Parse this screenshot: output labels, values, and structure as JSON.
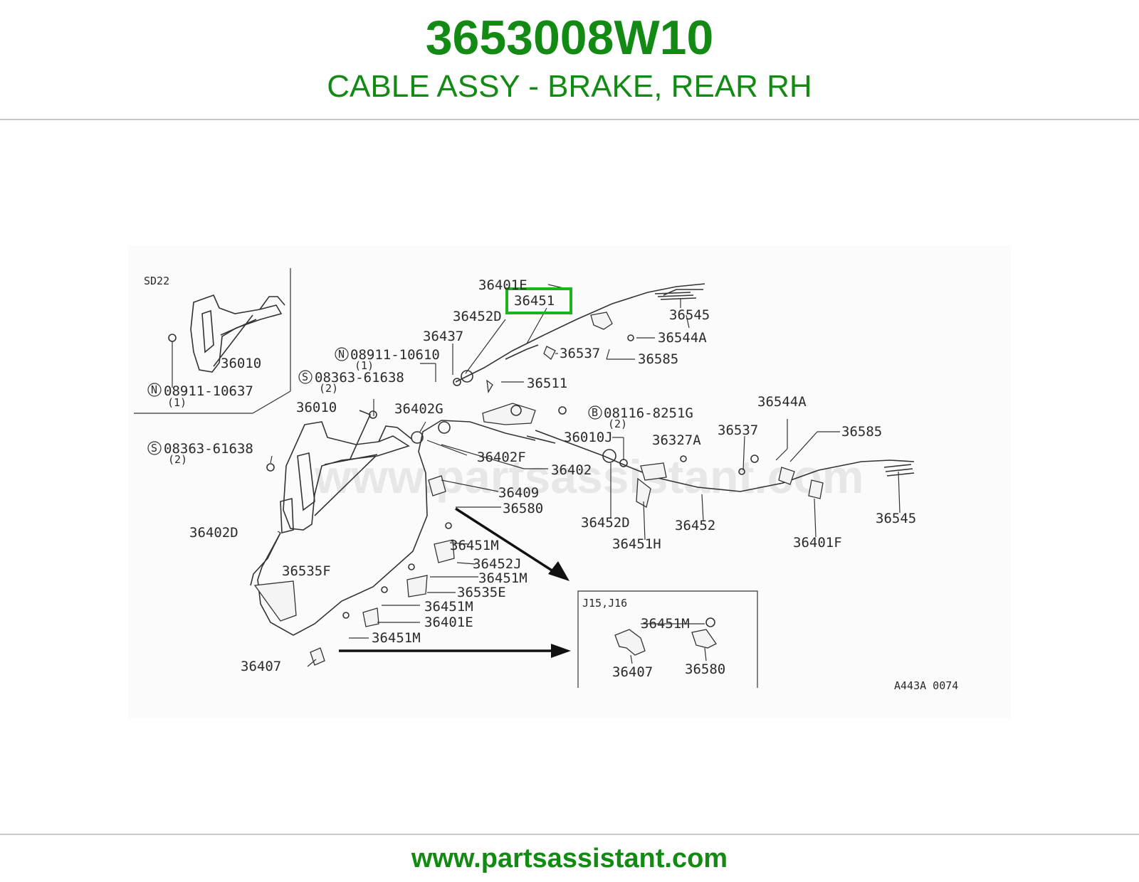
{
  "header": {
    "part_number": "3653008W10",
    "part_title": "CABLE ASSY - BRAKE, REAR RH"
  },
  "footer": {
    "url": "www.partsassistant.com"
  },
  "diagram": {
    "watermark": "www.partsassistant.com",
    "code": "A443A 0074",
    "highlight_color": "#1db31d",
    "inset_sd22": {
      "label": "SD22",
      "parts": [
        "36010",
        "08911-10637",
        "(1)"
      ],
      "prefix": "N"
    },
    "inset_j15": {
      "label": "J15,J16",
      "parts": [
        "36451M",
        "36407",
        "36580"
      ]
    },
    "labels": {
      "l36401E_top": "36401E",
      "l36451": "36451",
      "l36545_top": "36545",
      "l36452D_top": "36452D",
      "l36544A_top": "36544A",
      "l36437": "36437",
      "l08911": "08911-10610",
      "l08911q": "(1)",
      "l36537_top": "36537",
      "l36585_top": "36585",
      "l08363a": "08363-61638",
      "l08363aq": "(2)",
      "l36511": "36511",
      "l36010_main": "36010",
      "l36402G": "36402G",
      "l08116": "08116-8251G",
      "l08116q": "(2)",
      "l36544A_r": "36544A",
      "l36537_r": "36537",
      "l36585_r": "36585",
      "l36010J": "36010J",
      "l36327A": "36327A",
      "l08363b": "08363-61638",
      "l08363bq": "(2)",
      "l36402F": "36402F",
      "l36402": "36402",
      "l36409": "36409",
      "l36580": "36580",
      "l36452D_m": "36452D",
      "l36452": "36452",
      "l36451H": "36451H",
      "l36401F": "36401F",
      "l36545_r": "36545",
      "l36402D": "36402D",
      "l36451M_a": "36451M",
      "l36452J": "36452J",
      "l36451M_b": "36451M",
      "l36535F": "36535F",
      "l36535E": "36535E",
      "l36451M_c": "36451M",
      "l36401E_b": "36401E",
      "l36451M_d": "36451M",
      "l36407": "36407",
      "prefix_N": "N",
      "prefix_S": "S",
      "prefix_B": "B"
    }
  }
}
